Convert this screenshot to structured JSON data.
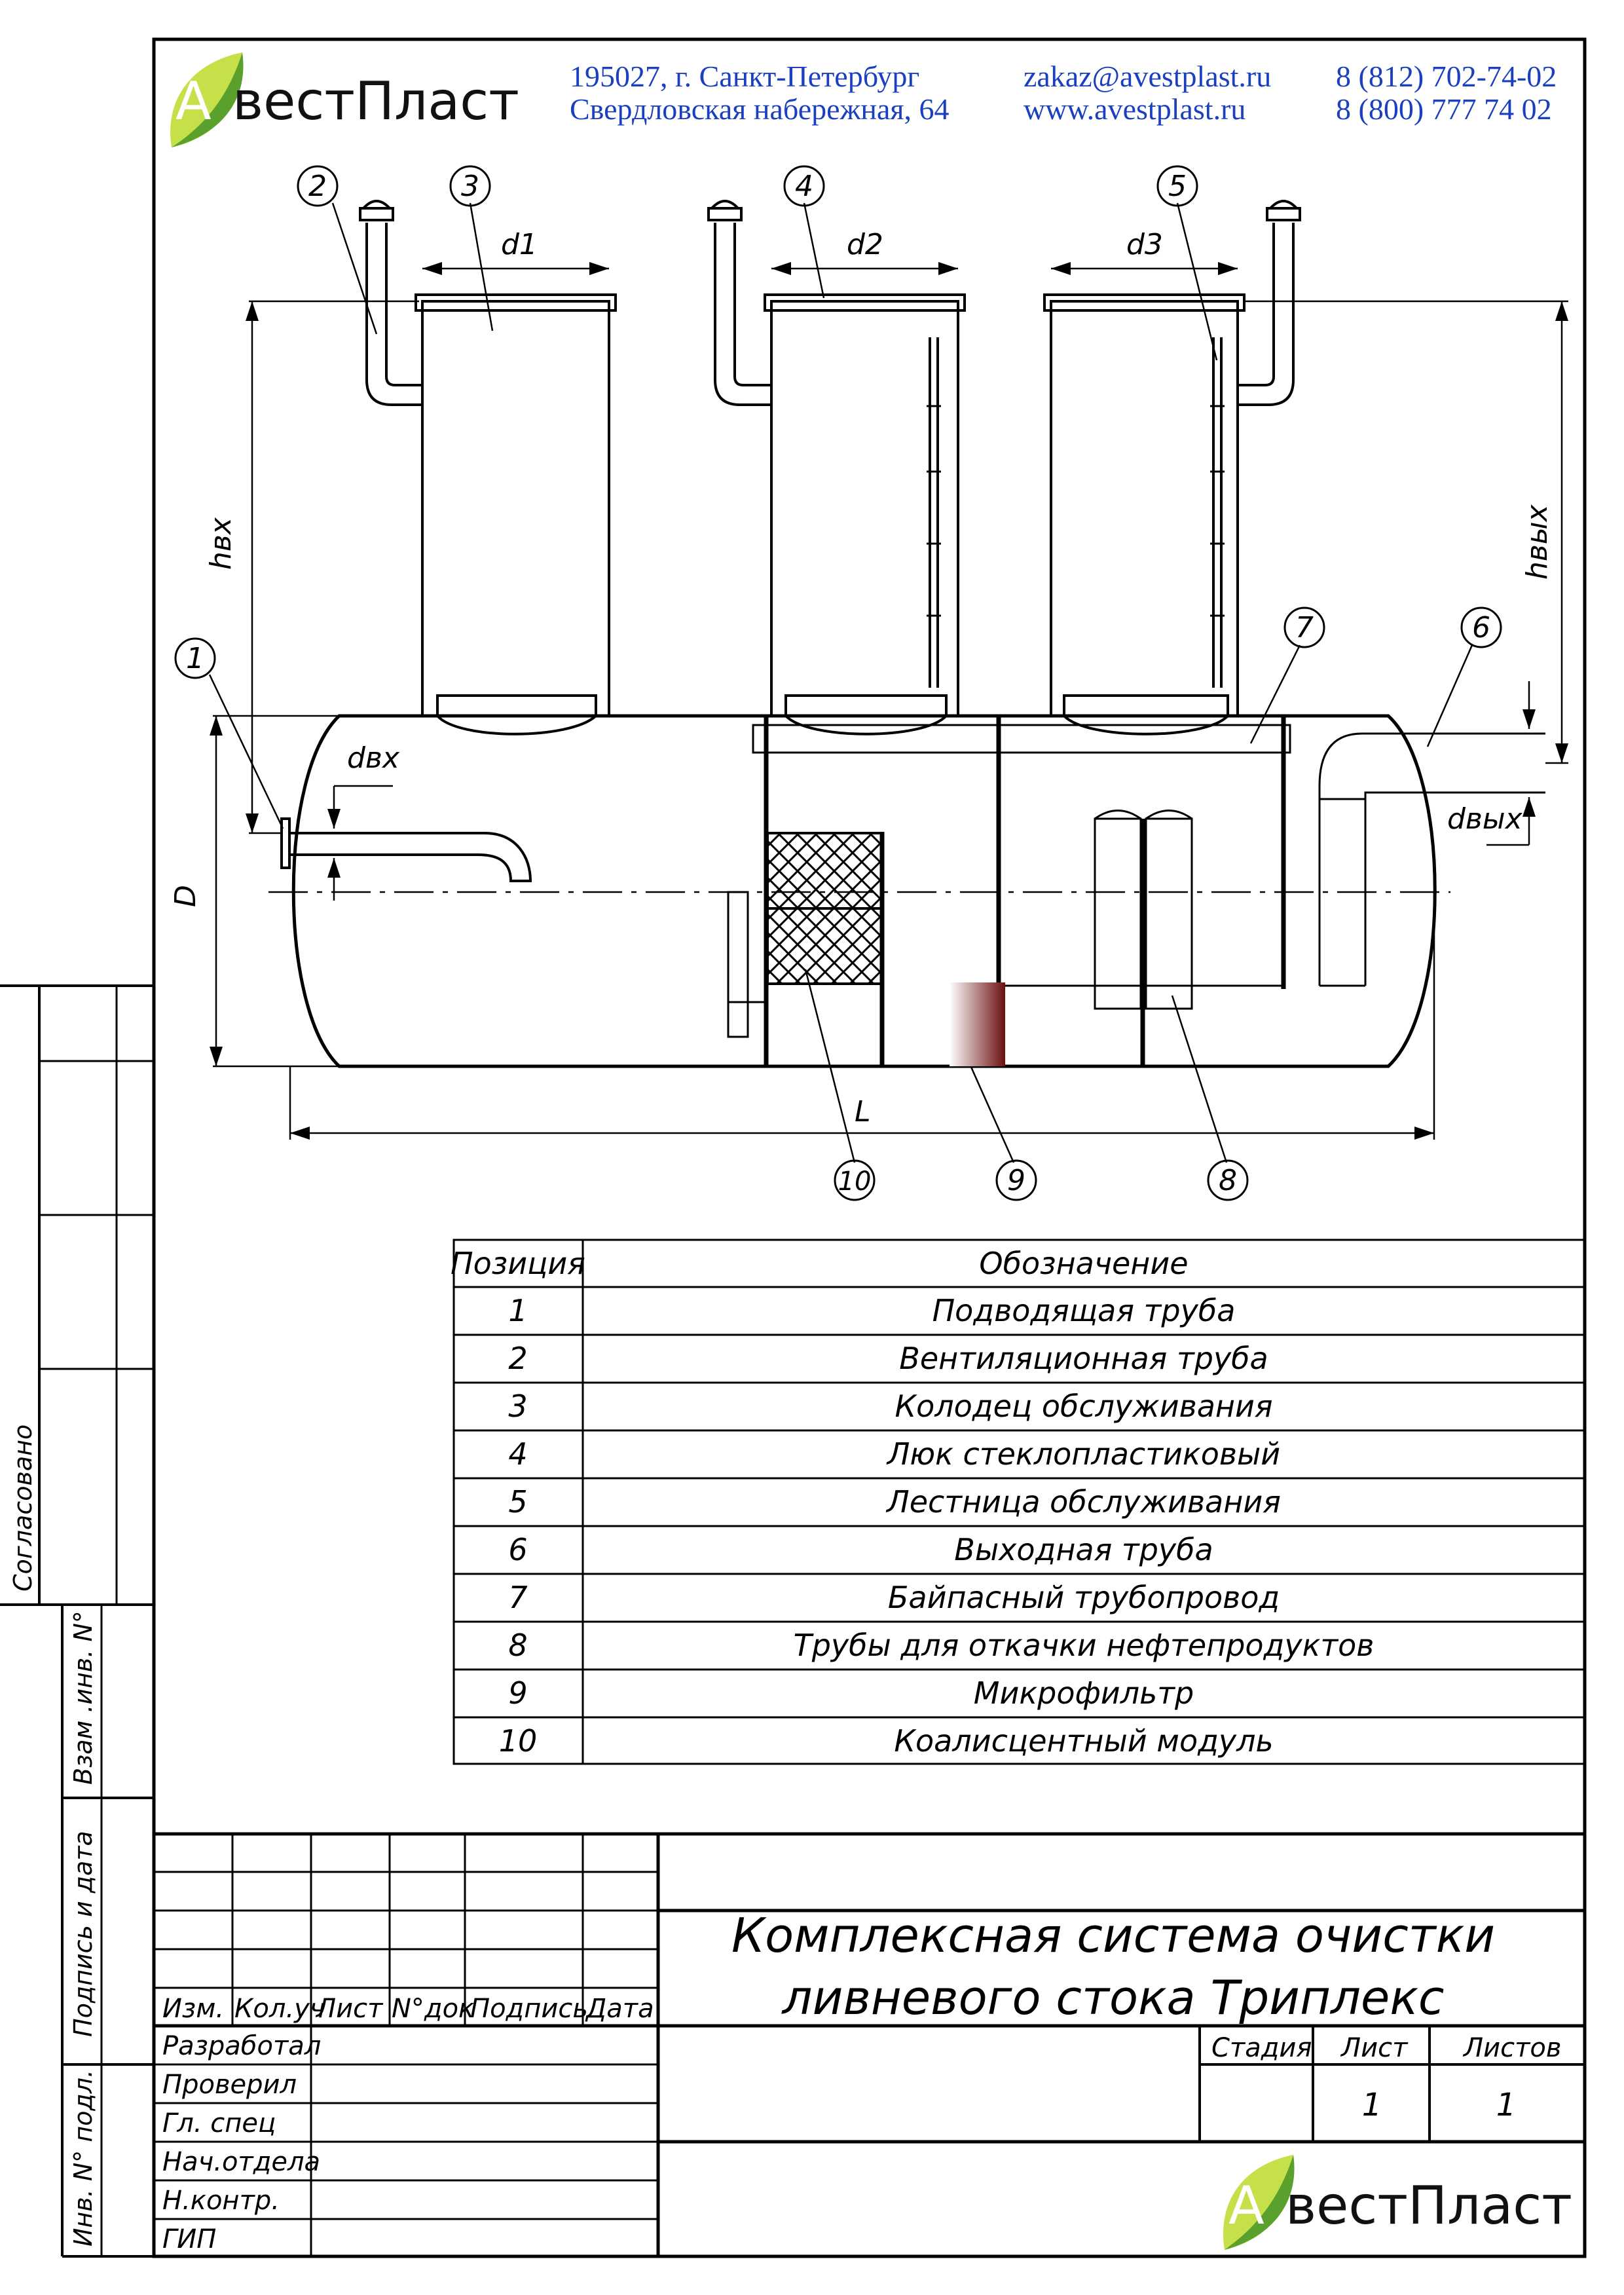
{
  "company": {
    "logo_first_letter": "А",
    "logo_rest": "вестПласт",
    "address_line1": "195027, г. Санкт-Петербург",
    "address_line2": "Свердловская набережная, 64",
    "email": "zakaz@avestplast.ru",
    "website": "www.avestplast.ru",
    "phone1": "8 (812) 702-74-02",
    "phone2": "8 (800) 777 74 02"
  },
  "colors": {
    "contact_text": "#1a3fbf",
    "logo_leaf_light": "#c6e04a",
    "logo_leaf_dark": "#5aa02c",
    "microfilter": "#6b0f0f"
  },
  "drawing": {
    "dimensions": {
      "d1": "d1",
      "d2": "d2",
      "d3": "d3",
      "h_in": "hвх",
      "h_out": "hвых",
      "d_in": "dвх",
      "d_out": "dвых",
      "D": "D",
      "L": "L"
    },
    "callouts": [
      "1",
      "2",
      "3",
      "4",
      "5",
      "6",
      "7",
      "8",
      "9",
      "10"
    ]
  },
  "parts_table": {
    "headers": [
      "Позиция",
      "Обозначение"
    ],
    "rows": [
      [
        "1",
        "Подводящая труба"
      ],
      [
        "2",
        "Вентиляционная труба"
      ],
      [
        "3",
        "Колодец обслуживания"
      ],
      [
        "4",
        "Люк стеклопластиковый"
      ],
      [
        "5",
        "Лестница обслуживания"
      ],
      [
        "6",
        "Выходная труба"
      ],
      [
        "7",
        "Байпасный трубопровод"
      ],
      [
        "8",
        "Трубы для откачки нефтепродуктов"
      ],
      [
        "9",
        "Микрофильтр"
      ],
      [
        "10",
        "Коалисцентный модуль"
      ]
    ]
  },
  "title_block": {
    "columns": [
      "Изм.",
      "Кол.уч",
      "Лист",
      "N°док",
      "Подпись",
      "Дата"
    ],
    "roles": [
      "Разработал",
      "Проверил",
      "Гл. спец",
      "Нач.отдела",
      "Н.контр.",
      "ГИП"
    ],
    "title_line1": "Комплексная система очистки",
    "title_line2": "ливневого стока Триплекс",
    "stage_label": "Стадия",
    "sheet_label": "Лист",
    "sheets_label": "Листов",
    "sheet_value": "1",
    "sheets_value": "1"
  },
  "side_stamp": {
    "agreed": "Согласовано",
    "inv_replace": "Взам .инв. N°",
    "sign_date": "Подпись и дата",
    "inv_orig": "Инв. N° подл."
  }
}
